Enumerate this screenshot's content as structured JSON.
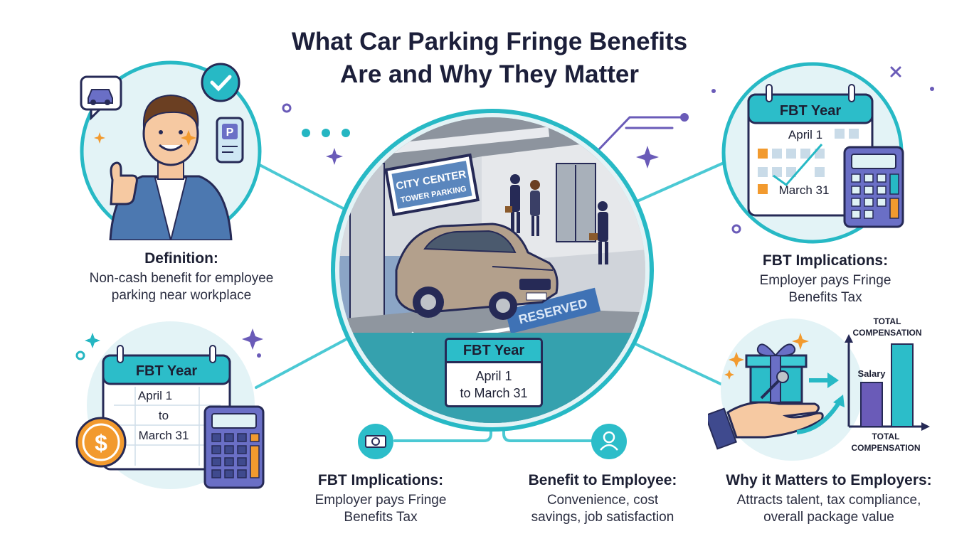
{
  "title": {
    "line1": "What Car Parking Fringe Benefits",
    "line2": "Are and Why They Matter"
  },
  "definition": {
    "heading": "Definition:",
    "line1": "Non-cash benefit for employee",
    "line2": "parking near workplace"
  },
  "fbt_top_right": {
    "heading": "FBT Implications:",
    "line1": "Employer pays Fringe",
    "line2": "Benefits Tax"
  },
  "fbt_bottom": {
    "heading": "FBT Implications:",
    "line1": "Employer pays Fringe",
    "line2": "Benefits Tax"
  },
  "employee_benefit": {
    "heading": "Benefit to Employee:",
    "line1": "Convenience, cost",
    "line2": "savings, job satisfaction"
  },
  "employer_matter": {
    "heading": "Why it Matters to Employers:",
    "line1": "Attracts talent, tax compliance,",
    "line2": "overall package value"
  },
  "garage": {
    "sign_line1": "CITY CENTER",
    "sign_line2": "TOWER PARKING",
    "reserved": "RESERVED"
  },
  "center_calendar": {
    "title": "FBT Year",
    "line1": "April 1",
    "line2": "to March 31"
  },
  "top_right_calendar": {
    "title": "FBT Year",
    "start": "April 1",
    "end": "March 31"
  },
  "bottom_left_calendar": {
    "title": "FBT Year",
    "start": "April 1",
    "mid": "to",
    "end": "March 31"
  },
  "comp_chart": {
    "top_label_1": "TOTAL",
    "top_label_2": "COMPENSATION",
    "bar_label": "Salary",
    "bottom_label_1": "TOTAL",
    "bottom_label_2": "COMPENSATION"
  },
  "colors": {
    "teal": "#25b6c2",
    "teal_dark": "#1e8f9c",
    "navy": "#262a56",
    "purple": "#6a5bb8",
    "orange": "#f29a2e",
    "light_circle": "#dff2f5"
  },
  "icons": [
    "car-icon",
    "checkmark-icon",
    "parking-card-icon",
    "money-icon",
    "person-badge-icon",
    "dollar-coin-icon",
    "calculator-icon",
    "gift-icon",
    "key-icon",
    "hand-icon"
  ]
}
